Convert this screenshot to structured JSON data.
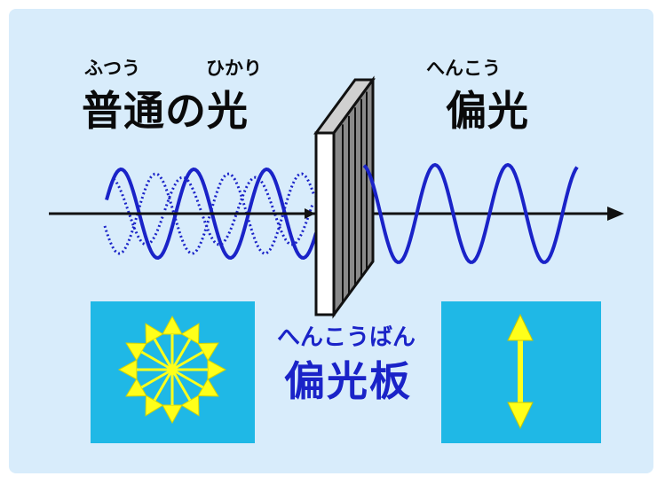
{
  "labels": {
    "ordinary_light_reading_1": "ふつう",
    "ordinary_light_reading_2": "ひかり",
    "ordinary_light": "普通の光",
    "polarized_light_reading": "へんこう",
    "polarized_light": "偏光",
    "polarizer_reading": "へんこうばん",
    "polarizer": "偏光板"
  },
  "colors": {
    "background": "#d8ecfb",
    "wave": "#1a23c8",
    "box": "#1fb8e6",
    "arrows": "#ffff1a",
    "axis": "#111111"
  },
  "icons": {
    "starburst": "multi-direction-arrows-icon",
    "vertical_arrow": "double-headed-vertical-arrow-icon"
  }
}
